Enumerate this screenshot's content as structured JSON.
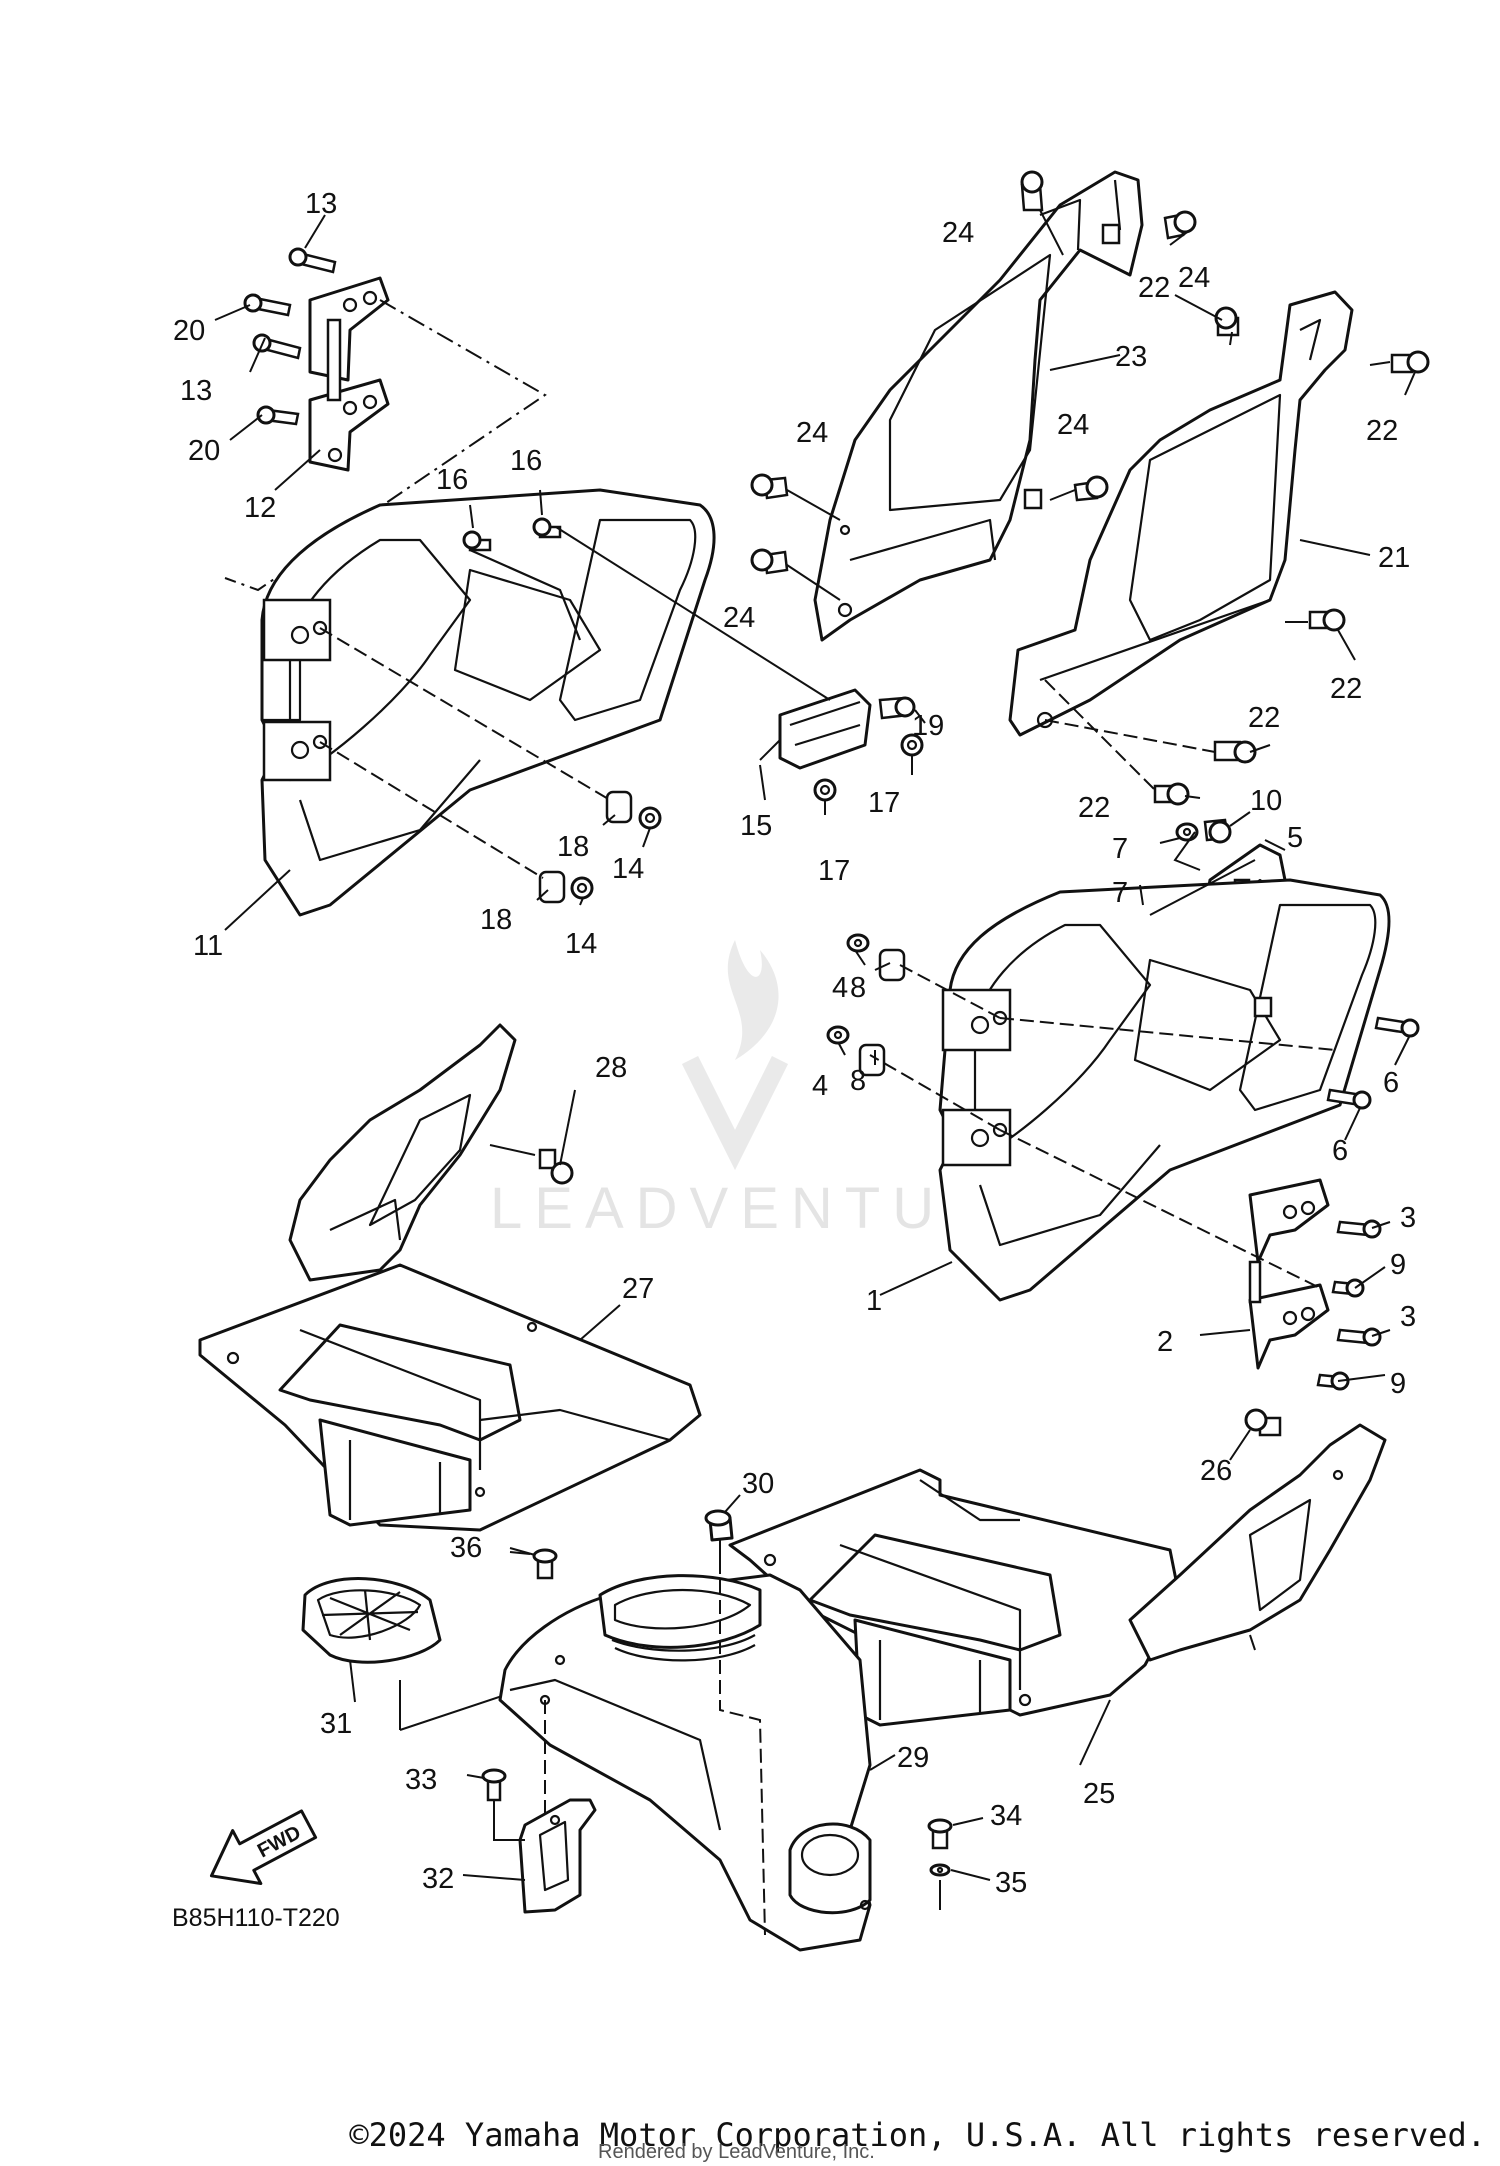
{
  "diagram": {
    "callouts": [
      "1",
      "2",
      "3",
      "3",
      "4",
      "4",
      "5",
      "6",
      "6",
      "7",
      "7",
      "8",
      "8",
      "9",
      "9",
      "10",
      "11",
      "12",
      "13",
      "13",
      "14",
      "14",
      "15",
      "16",
      "16",
      "17",
      "17",
      "18",
      "18",
      "19",
      "20",
      "20",
      "21",
      "22",
      "22",
      "22",
      "22",
      "22",
      "23",
      "24",
      "24",
      "24",
      "24",
      "24",
      "25",
      "26",
      "27",
      "28",
      "29",
      "30",
      "31",
      "32",
      "33",
      "34",
      "35",
      "36"
    ],
    "diagram_code": "B85H110-T220",
    "fwd_label": "FWD",
    "watermark": "LEADVENTURE"
  },
  "footer": {
    "copyright": "©2024 Yamaha Motor Corporation, U.S.A. All rights reserved.",
    "rendered_by": "Rendered by LeadVenture, Inc."
  }
}
